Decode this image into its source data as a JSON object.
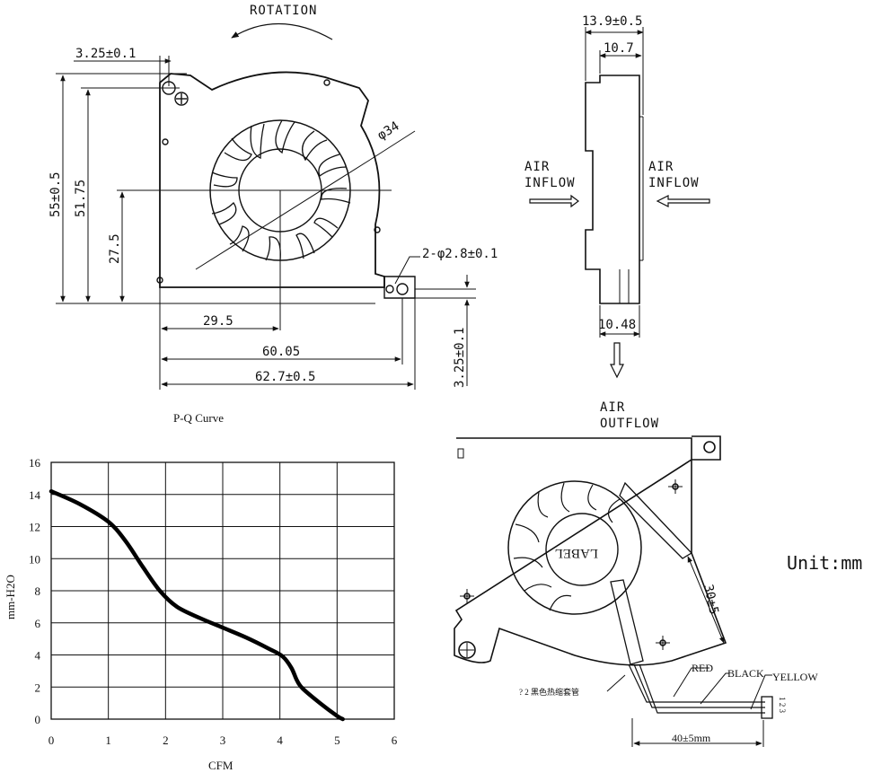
{
  "top_view": {
    "rotation_label": "ROTATION",
    "dims": {
      "hole_offset_top": "3.25±0.1",
      "height_overall": "55±0.5",
      "height_inner": "51.75",
      "center_height": "27.5",
      "impeller_dia": "φ34",
      "mount_holes": "2-φ2.8±0.1",
      "center_width": "29.5",
      "width_inner": "60.05",
      "width_overall": "62.7±0.5",
      "hole_offset_bottom": "3.25±0.1"
    }
  },
  "side_view": {
    "dims": {
      "thickness_overall": "13.9±0.5",
      "thickness_inner": "10.7",
      "outlet_thickness": "10.48"
    },
    "air_inflow_left": [
      "AIR",
      "INFLOW"
    ],
    "air_inflow_right": [
      "AIR",
      "INFLOW"
    ],
    "air_outflow": [
      "AIR",
      "OUTFLOW"
    ]
  },
  "bottom_view": {
    "label_text": "LABEL",
    "wire_length_dim": "30±5",
    "cable_length": "40±5mm",
    "sleeve_note": "? 2 黑色热缩套管",
    "wires": [
      "RED",
      "BLACK",
      "YELLOW"
    ],
    "connector_pins": "1 2 3"
  },
  "unit_label": "Unit:mm",
  "chart_data": {
    "type": "line",
    "title": "P-Q Curve",
    "xlabel": "CFM",
    "ylabel": "mm-H2O",
    "xlim": [
      0,
      6
    ],
    "ylim": [
      0,
      16
    ],
    "x_ticks": [
      0,
      1,
      2,
      3,
      4,
      5,
      6
    ],
    "y_ticks": [
      0,
      2,
      4,
      6,
      8,
      10,
      12,
      14,
      16
    ],
    "grid": true,
    "series": [
      {
        "color": "#000000",
        "x": [
          0,
          0.5,
          1.0,
          1.3,
          1.6,
          1.9,
          2.2,
          2.6,
          3.0,
          3.4,
          3.8,
          4.05,
          4.2,
          4.3,
          4.4,
          4.7,
          5.0,
          5.1
        ],
        "y": [
          14.2,
          13.4,
          12.3,
          11.1,
          9.5,
          8.0,
          7.0,
          6.3,
          5.7,
          5.1,
          4.4,
          3.9,
          3.2,
          2.4,
          1.9,
          1.0,
          0.2,
          0
        ]
      }
    ]
  }
}
